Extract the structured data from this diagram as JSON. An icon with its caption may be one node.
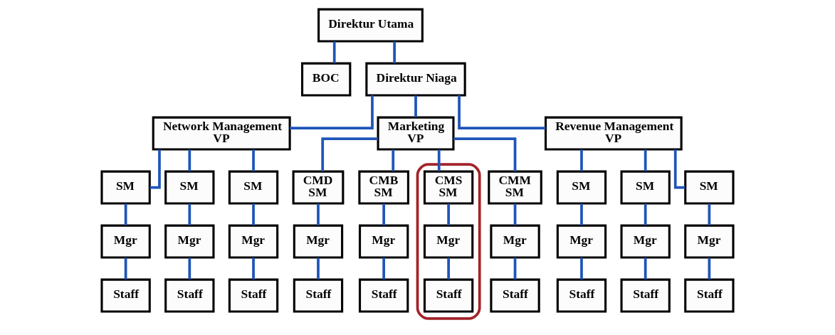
{
  "diagram": {
    "nodes": [
      {
        "text": [
          "Direktur Utama"
        ]
      },
      {
        "text": [
          "BOC"
        ]
      },
      {
        "text": [
          "Direktur Niaga"
        ]
      },
      {
        "text": [
          "Network Management",
          "VP"
        ]
      },
      {
        "text": [
          "Marketing",
          "VP"
        ]
      },
      {
        "text": [
          "Revenue Management",
          "VP"
        ]
      },
      {
        "text": [
          "SM"
        ]
      },
      {
        "text": [
          "SM"
        ]
      },
      {
        "text": [
          "SM"
        ]
      },
      {
        "text": [],
        "shape": "ellipse"
      },
      {
        "text": [
          "CMS",
          "SM"
        ],
        "in": 9
      },
      {
        "text": [
          "CMM",
          "SM"
        ]
      },
      {
        "text": [
          "CMD",
          "SM"
        ]
      },
      {
        "text": [
          "CMB",
          "SM"
        ]
      },
      {
        "text": [
          "SM"
        ]
      },
      {
        "text": [
          "SM"
        ]
      },
      {
        "text": [
          "SM"
        ]
      },
      {
        "text": [
          "Mgr"
        ]
      },
      {
        "text": [
          "Mgr"
        ]
      },
      {
        "text": [
          "Mgr"
        ]
      },
      {
        "text": [
          "Mgr"
        ],
        "in": 9
      },
      {
        "text": [
          "Mgr"
        ]
      },
      {
        "text": [
          "Mgr"
        ]
      },
      {
        "text": [
          "Mgr"
        ]
      },
      {
        "text": [
          "Mgr"
        ]
      },
      {
        "text": [
          "Mgr"
        ]
      },
      {
        "text": [
          "Mgr"
        ]
      },
      {
        "text": [
          "Staff"
        ]
      },
      {
        "text": [
          "Staff"
        ]
      },
      {
        "text": [
          "Staff"
        ]
      },
      {
        "text": [
          "Staff"
        ],
        "in": 9
      },
      {
        "text": [
          "Staff"
        ]
      },
      {
        "text": [
          "Staff"
        ]
      },
      {
        "text": [
          "Staff"
        ]
      },
      {
        "text": [
          "Staff"
        ]
      },
      {
        "text": [
          "Staff"
        ]
      },
      {
        "text": [
          "Staff"
        ]
      }
    ],
    "edges": [
      {
        "from": 0,
        "to": 1,
        "arrow": "none"
      },
      {
        "from": 0,
        "to": 2,
        "arrow": "none"
      },
      {
        "from": 2,
        "to": 3,
        "arrow": "none"
      },
      {
        "from": 2,
        "to": 4,
        "arrow": "none"
      },
      {
        "from": 2,
        "to": 5,
        "arrow": "none"
      },
      {
        "from": 3,
        "to": 6,
        "arrow": "none"
      },
      {
        "from": 3,
        "to": 7,
        "arrow": "none"
      },
      {
        "from": 3,
        "to": 8,
        "arrow": "none"
      },
      {
        "from": 4,
        "to": 10,
        "arrow": "none"
      },
      {
        "from": 4,
        "to": 11,
        "arrow": "none"
      },
      {
        "from": 4,
        "to": 12,
        "arrow": "none"
      },
      {
        "from": 4,
        "to": 13,
        "arrow": "none"
      },
      {
        "from": 5,
        "to": 14,
        "arrow": "none"
      },
      {
        "from": 5,
        "to": 15,
        "arrow": "none"
      },
      {
        "from": 5,
        "to": 16,
        "arrow": "none"
      },
      {
        "from": 6,
        "to": 17,
        "arrow": "none"
      },
      {
        "from": 7,
        "to": 18,
        "arrow": "none"
      },
      {
        "from": 8,
        "to": 19,
        "arrow": "none"
      },
      {
        "from": 10,
        "to": 20,
        "arrow": "none"
      },
      {
        "from": 11,
        "to": 21,
        "arrow": "none"
      },
      {
        "from": 12,
        "to": 22,
        "arrow": "none"
      },
      {
        "from": 13,
        "to": 23,
        "arrow": "none"
      },
      {
        "from": 14,
        "to": 24,
        "arrow": "none"
      },
      {
        "from": 15,
        "to": 25,
        "arrow": "none"
      },
      {
        "from": 16,
        "to": 26,
        "arrow": "none"
      },
      {
        "from": 17,
        "to": 27,
        "arrow": "none"
      },
      {
        "from": 18,
        "to": 28,
        "arrow": "none"
      },
      {
        "from": 19,
        "to": 29,
        "arrow": "none"
      },
      {
        "from": 20,
        "to": 30,
        "arrow": "none"
      },
      {
        "from": 21,
        "to": 31,
        "arrow": "none"
      },
      {
        "from": 22,
        "to": 32,
        "arrow": "none"
      },
      {
        "from": 23,
        "to": 33,
        "arrow": "none"
      },
      {
        "from": 24,
        "to": 34,
        "arrow": "none"
      },
      {
        "from": 25,
        "to": 35,
        "arrow": "none"
      },
      {
        "from": 26,
        "to": 36,
        "arrow": "none"
      }
    ]
  }
}
